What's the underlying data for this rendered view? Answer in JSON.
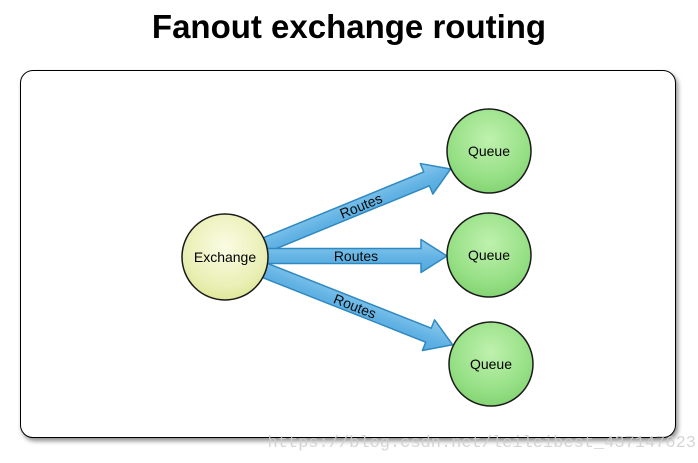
{
  "title": "Fanout exchange routing",
  "watermark": "https://blog.csdn.net/leileibest_437147623",
  "diagram": {
    "exchange": {
      "label": "Exchange"
    },
    "queues": [
      {
        "label": "Queue"
      },
      {
        "label": "Queue"
      },
      {
        "label": "Queue"
      }
    ],
    "routes": [
      {
        "label": "Routes"
      },
      {
        "label": "Routes"
      },
      {
        "label": "Routes"
      }
    ],
    "colors": {
      "arrow_fill": "#68B7E6",
      "arrow_fill_light": "#8CCBEF",
      "arrow_stroke": "#2F88C0",
      "exchange_fill_center": "#FAFCE3",
      "exchange_fill_edge": "#DCE48F",
      "queue_fill_center": "#BFF1AE",
      "queue_fill_edge": "#7ED06E",
      "node_stroke": "#1A1A1A",
      "panel_border": "#000000",
      "title_color": "#000000",
      "watermark_color": "#CFCFCF"
    }
  }
}
